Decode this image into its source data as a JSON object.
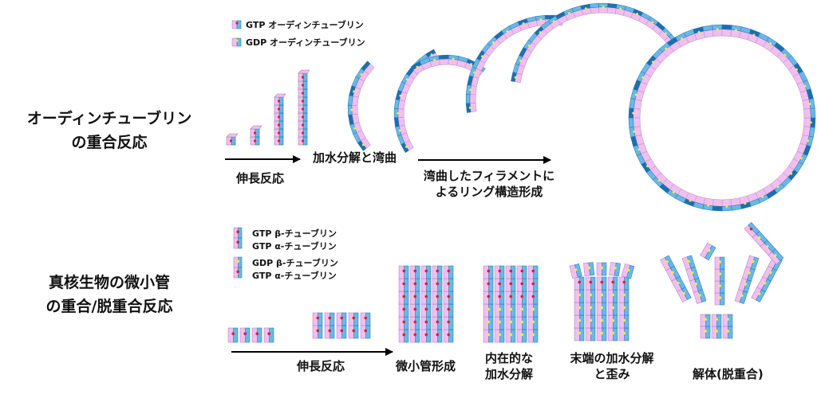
{
  "top": {
    "title_line1": "オーディンチューブリン",
    "title_line2": "の重合反応",
    "legend": [
      {
        "label": "GTP オーディンチューブリン",
        "icon": "gtp-odin-subunit-icon"
      },
      {
        "label": "GDP オーディンチューブリン",
        "icon": "gdp-odin-subunit-icon"
      }
    ],
    "captions": {
      "elongation": "伸長反応",
      "hydrolysis_bend": "加水分解と湾曲",
      "ring_line1": "湾曲したフィラメントに",
      "ring_line2": "よるリング構造形成"
    }
  },
  "bottom": {
    "title_line1": "真核生物の微小管",
    "title_line2": "の重合/脱重合反応",
    "legend": [
      {
        "line1": "GTP β-チューブリン",
        "line2": "GTP α-チューブリン",
        "icon": "gtp-tubulin-dimer-icon"
      },
      {
        "line1": "GDP β-チューブリン",
        "line2": "GTP α-チューブリン",
        "icon": "gdp-tubulin-dimer-icon"
      }
    ],
    "captions": {
      "elongation": "伸長反応",
      "formation": "微小管形成",
      "internal_line1": "内在的な",
      "internal_line2": "加水分解",
      "end_line1": "末端の加水分解",
      "end_line2": "と歪み",
      "disassembly": "解体(脱重合)"
    }
  },
  "colors": {
    "pink": "#f0bff0",
    "pink_dark": "#d98fd9",
    "blue": "#69b9e6",
    "blue_dark": "#1e6fae",
    "yellow": "#f2e85a",
    "red": "#d8213a",
    "arrow": "#000000"
  }
}
